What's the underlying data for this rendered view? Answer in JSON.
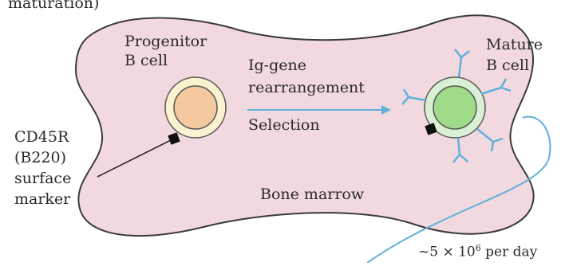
{
  "header_fragment": "maturation)",
  "progenitor": {
    "line1": "Progenitor",
    "line2": "B cell"
  },
  "process": {
    "line1": "Ig-gene",
    "line2": "rearrangement",
    "line3": "Selection"
  },
  "mature": {
    "line1": "Mature",
    "line2": "B cell"
  },
  "marker": {
    "line1": "CD45R",
    "line2": "(B220)",
    "line3": "surface",
    "line4": "marker"
  },
  "location": "Bone marrow",
  "rate": {
    "prefix": "~5 × 10",
    "exponent": "6",
    "suffix": " per day"
  },
  "colors": {
    "marrow_fill": "#f2d9df",
    "marrow_stroke": "#3a3a3a",
    "progenitor_outer": "#fbf2cf",
    "progenitor_inner": "#f4c9a0",
    "mature_outer": "#d9f0d4",
    "mature_inner": "#9fdb88",
    "receptor": "#5fb0dc",
    "arrow": "#5fb0dc"
  }
}
